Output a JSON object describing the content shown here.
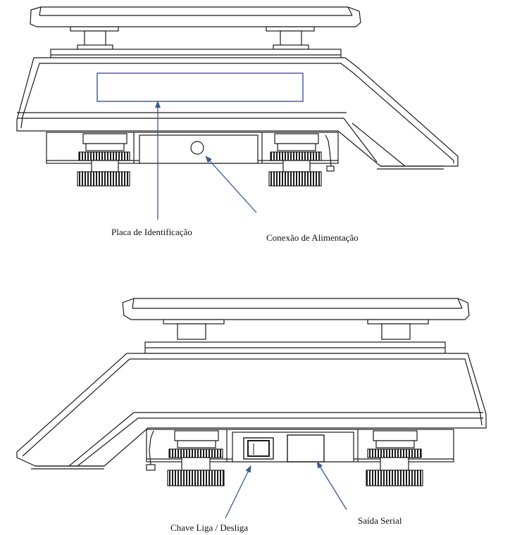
{
  "labels": {
    "id_plate": "Placa de Identificação",
    "power_connection": "Conexão de Alimentação",
    "power_switch": "Chave Liga / Desliga",
    "serial_output": "Saída Serial"
  },
  "colors": {
    "line": "#1a1a1a",
    "arrow": "#3b5a8c",
    "id_plate_border": "#3a4fb0"
  }
}
